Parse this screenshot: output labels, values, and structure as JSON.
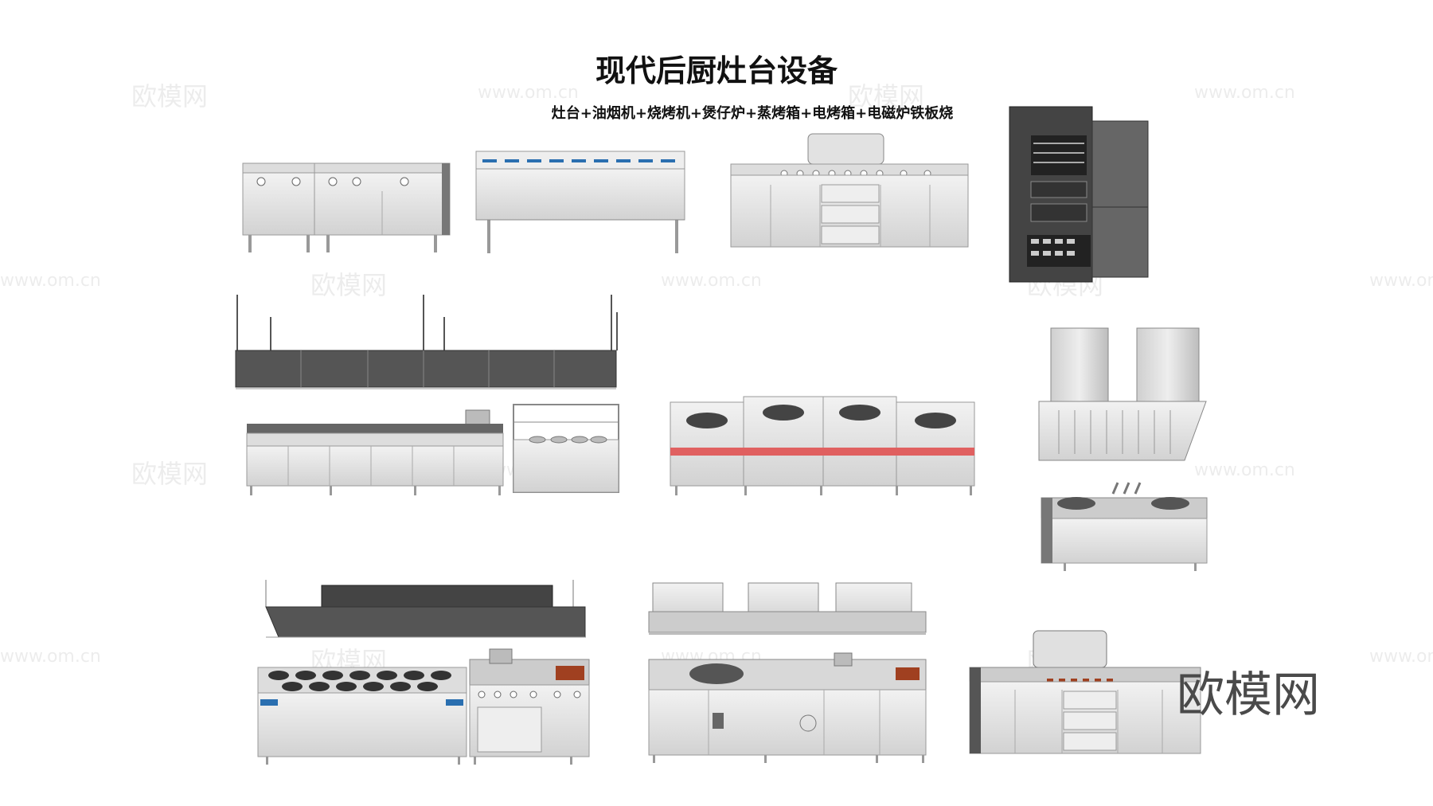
{
  "title": "现代后厨灶台设备",
  "subtitle": "灶台+油烟机+烧烤机+煲仔炉+蒸烤箱+电烤箱+电磁炉铁板烧",
  "brand_logo": "欧模网",
  "watermarks": {
    "url": "www.om.cn",
    "cn": "欧模网"
  },
  "equipment_icons": [
    "induction-cooker-cabinet-icon",
    "multi-head-induction-counter-icon",
    "teppanyaki-grill-counter-icon",
    "steam-oven-cabinet-icon",
    "exhaust-hood-frame-icon",
    "gas-range-line-icon",
    "bain-marie-station-icon",
    "wok-stove-row-icon",
    "chimney-range-hood-icon",
    "double-burner-wok-station-icon",
    "canopy-hood-icon",
    "claypot-stove-and-range-icon",
    "upper-oven-units-icon",
    "combo-cooking-line-icon",
    "bbq-grill-counter-icon"
  ],
  "colors": {
    "steel_light": "#e8e8e8",
    "steel_mid": "#bdbdbd",
    "steel_dark": "#555555",
    "accent_red": "#e06060",
    "accent_blue": "#2a6fb0"
  }
}
